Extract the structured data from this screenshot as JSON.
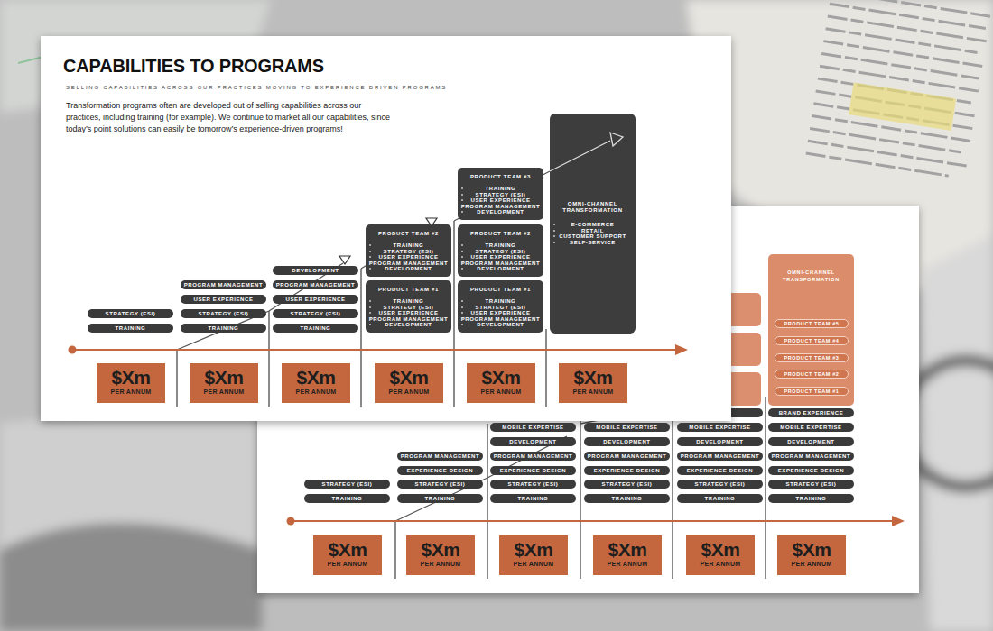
{
  "diagram": {
    "title": "CAPABILITIES TO PROGRAMS",
    "nodes": [
      {
        "text": [
          "STRATEGY (ESI)"
        ]
      },
      {
        "text": [
          "TRAINING"
        ]
      },
      {
        "text": [
          "PROGRAM MANAGEMENT"
        ]
      },
      {
        "text": [
          "USER EXPERIENCE"
        ]
      },
      {
        "text": [
          "STRATEGY (ESI)"
        ]
      },
      {
        "text": [
          "TRAINING"
        ]
      },
      {
        "text": [
          "DEVELOPMENT"
        ]
      },
      {
        "text": [
          "PROGRAM MANAGEMENT"
        ]
      },
      {
        "text": [
          "USER EXPERIENCE"
        ]
      },
      {
        "text": [
          "STRATEGY (ESI)"
        ]
      },
      {
        "text": [
          "TRAINING"
        ]
      },
      {
        "text": [
          "PRODUCT TEAM #2",
          "TRAINING",
          "STRATEGY (ESI)",
          "USER EXPERIENCE",
          "PROGRAM MANAGEMENT",
          "DEVELOPMENT"
        ]
      },
      {
        "text": [
          "PRODUCT TEAM #1",
          "TRAINING",
          "STRATEGY (ESI)",
          "USER EXPERIENCE",
          "PROGRAM MANAGEMENT",
          "DEVELOPMENT"
        ]
      },
      {
        "text": [
          "PRODUCT TEAM #3",
          "TRAINING",
          "STRATEGY (ESI)",
          "USER EXPERIENCE",
          "PROGRAM MANAGEMENT",
          "DEVELOPMENT"
        ]
      },
      {
        "text": [
          "PRODUCT TEAM #2",
          "TRAINING",
          "STRATEGY (ESI)",
          "USER EXPERIENCE",
          "PROGRAM MANAGEMENT",
          "DEVELOPMENT"
        ]
      },
      {
        "text": [
          "PRODUCT TEAM #1",
          "TRAINING",
          "STRATEGY (ESI)",
          "USER EXPERIENCE",
          "PROGRAM MANAGEMENT",
          "DEVELOPMENT"
        ]
      },
      {
        "text": [
          "OMNI-CHANNEL TRANSFORMATION",
          "E-COMMERCE",
          "RETAIL",
          "CUSTOMER SUPPORT",
          "SELF-SERVICE"
        ]
      },
      {
        "text": [
          "$Xm",
          "PER ANNUM"
        ]
      },
      {
        "text": [
          "$Xm",
          "PER ANNUM"
        ]
      },
      {
        "text": [
          "$Xm",
          "PER ANNUM"
        ]
      },
      {
        "text": [
          "$Xm",
          "PER ANNUM"
        ]
      },
      {
        "text": [
          "$Xm",
          "PER ANNUM"
        ]
      },
      {
        "text": [
          "$Xm",
          "PER ANNUM"
        ]
      },
      {
        "text": [
          "STRATEGY (ESI)"
        ]
      },
      {
        "text": [
          "TRAINING"
        ]
      },
      {
        "text": [
          "PROGRAM MANAGEMENT"
        ]
      },
      {
        "text": [
          "EXPERIENCE DESIGN"
        ]
      },
      {
        "text": [
          "STRATEGY (ESI)"
        ]
      },
      {
        "text": [
          "TRAINING"
        ]
      },
      {
        "text": [
          "MOBILE EXPERTISE"
        ]
      },
      {
        "text": [
          "DEVELOPMENT"
        ]
      },
      {
        "text": [
          "PROGRAM MANAGEMENT"
        ]
      },
      {
        "text": [
          "EXPERIENCE DESIGN"
        ]
      },
      {
        "text": [
          "STRATEGY (ESI)"
        ]
      },
      {
        "text": [
          "TRAINING"
        ]
      },
      {
        "text": [
          "MOBILE EXPERTISE"
        ]
      },
      {
        "text": [
          "DEVELOPMENT"
        ]
      },
      {
        "text": [
          "PROGRAM MANAGEMENT"
        ]
      },
      {
        "text": [
          "EXPERIENCE DESIGN"
        ]
      },
      {
        "text": [
          "STRATEGY (ESI)"
        ]
      },
      {
        "text": [
          "TRAINING"
        ]
      },
      {
        "text": [
          "MOBILE EXPERTISE"
        ]
      },
      {
        "text": [
          "DEVELOPMENT"
        ]
      },
      {
        "text": [
          "PROGRAM MANAGEMENT"
        ]
      },
      {
        "text": [
          "EXPERIENCE DESIGN"
        ]
      },
      {
        "text": [
          "STRATEGY (ESI)"
        ]
      },
      {
        "text": [
          "TRAINING"
        ]
      },
      {
        "text": [
          "OMNI-CHANNEL TRANSFORMATION"
        ]
      },
      {
        "text": [
          "PRODUCT TEAM #5"
        ],
        "in": 47
      },
      {
        "text": [
          "PRODUCT TEAM #4"
        ],
        "in": 47
      },
      {
        "text": [
          "PRODUCT TEAM #3"
        ],
        "in": 47
      },
      {
        "text": [
          "PRODUCT TEAM #2"
        ],
        "in": 47
      },
      {
        "text": [
          "PRODUCT TEAM #1"
        ],
        "in": 47
      },
      {
        "text": [
          "BRAND EXPERIENCE"
        ]
      },
      {
        "text": [
          "MOBILE EXPERTISE"
        ]
      },
      {
        "text": [
          "DEVELOPMENT"
        ]
      },
      {
        "text": [
          "PROGRAM MANAGEMENT"
        ]
      },
      {
        "text": [
          "EXPERIENCE DESIGN"
        ]
      },
      {
        "text": [
          "STRATEGY (ESI)"
        ]
      },
      {
        "text": [
          "TRAINING"
        ]
      },
      {
        "text": [
          "$Xm",
          "PER ANNUM"
        ]
      },
      {
        "text": [
          "$Xm",
          "PER ANNUM"
        ]
      },
      {
        "text": [
          "$Xm",
          "PER ANNUM"
        ]
      },
      {
        "text": [
          "$Xm",
          "PER ANNUM"
        ]
      },
      {
        "text": [
          "$Xm",
          "PER ANNUM"
        ]
      },
      {
        "text": [
          "$Xm",
          "PER ANNUM"
        ]
      }
    ],
    "labels": [
      "SELLING CAPABILITIES ACROSS OUR PRACTICES MOVING TO EXPERIENCE DRIVEN PROGRAMS",
      "Transformation programs often are developed out of selling capabilities across our practices, including training (for example). We continue to market all our capabilities, since today’s point solutions can easily be tomorrow’s experience-driven programs!"
    ]
  }
}
